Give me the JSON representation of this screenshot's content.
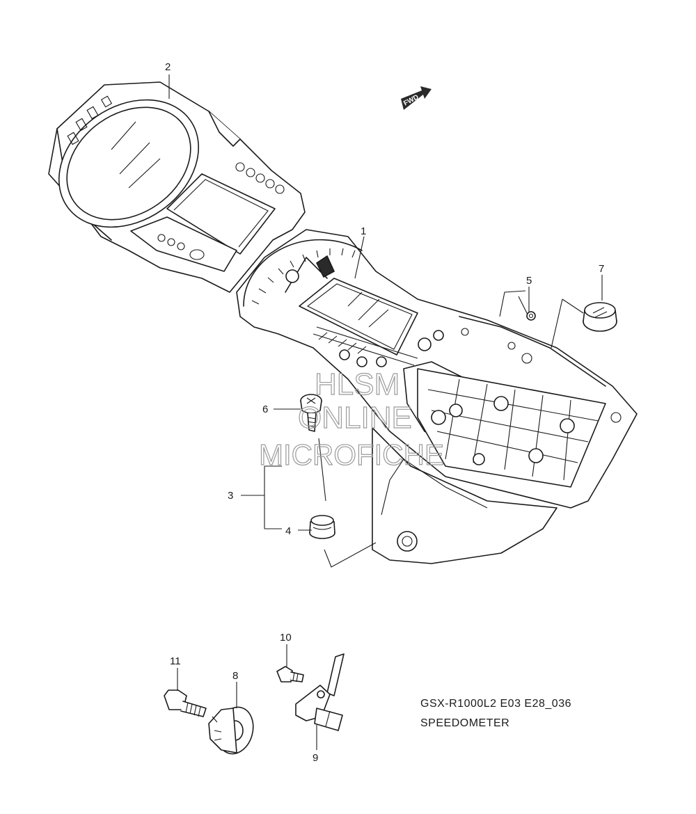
{
  "callouts": {
    "c1": "1",
    "c2": "2",
    "c3": "3",
    "c4": "4",
    "c5": "5",
    "c6": "6",
    "c7": "7",
    "c8": "8",
    "c9": "9",
    "c10": "10",
    "c11": "11"
  },
  "fwd_label": "FWD",
  "watermark": {
    "line1": "HLSM",
    "line2": "ONLINE",
    "line3": "MICROFICHE"
  },
  "caption": {
    "model": "GSX-R1000L2 E03 E28_036",
    "title": "SPEEDOMETER"
  }
}
